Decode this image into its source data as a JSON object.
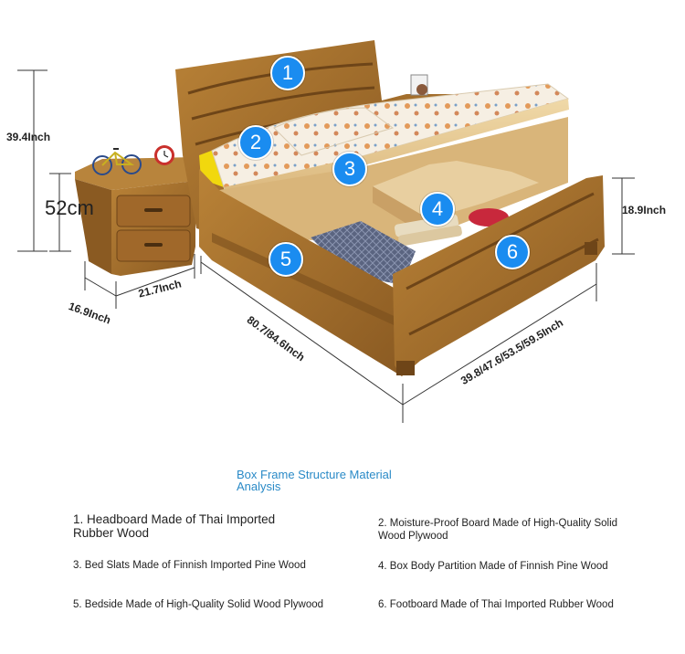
{
  "dimensions": {
    "bed_height": "39.4Inch",
    "nightstand_height": "52cm",
    "footboard_height": "18.9Inch",
    "nightstand_depth": "16.9Inch",
    "nightstand_width": "21.7Inch",
    "bed_length": "80.7/84.6Inch",
    "bed_width": "39.8/47.6/53.5/59.5Inch"
  },
  "callouts": [
    "1",
    "2",
    "3",
    "4",
    "5",
    "6"
  ],
  "caption": {
    "title": "Box Frame Structure Material Analysis",
    "items": [
      "1. Headboard Made of Thai Imported Rubber Wood",
      "2. Moisture-Proof Board Made of High-Quality Solid Wood Plywood",
      "3. Bed Slats Made of Finnish Imported Pine Wood",
      "4. Box Body Partition Made of Finnish Pine Wood",
      "5. Bedside Made of High-Quality Solid Wood Plywood",
      "6. Footboard Made of Thai Imported Rubber Wood"
    ]
  },
  "colors": {
    "wood": "#a8742e",
    "wood_dark": "#7a4e1c",
    "callout_blue": "#1a8cf0",
    "caption_blue": "#2a8ac7"
  }
}
